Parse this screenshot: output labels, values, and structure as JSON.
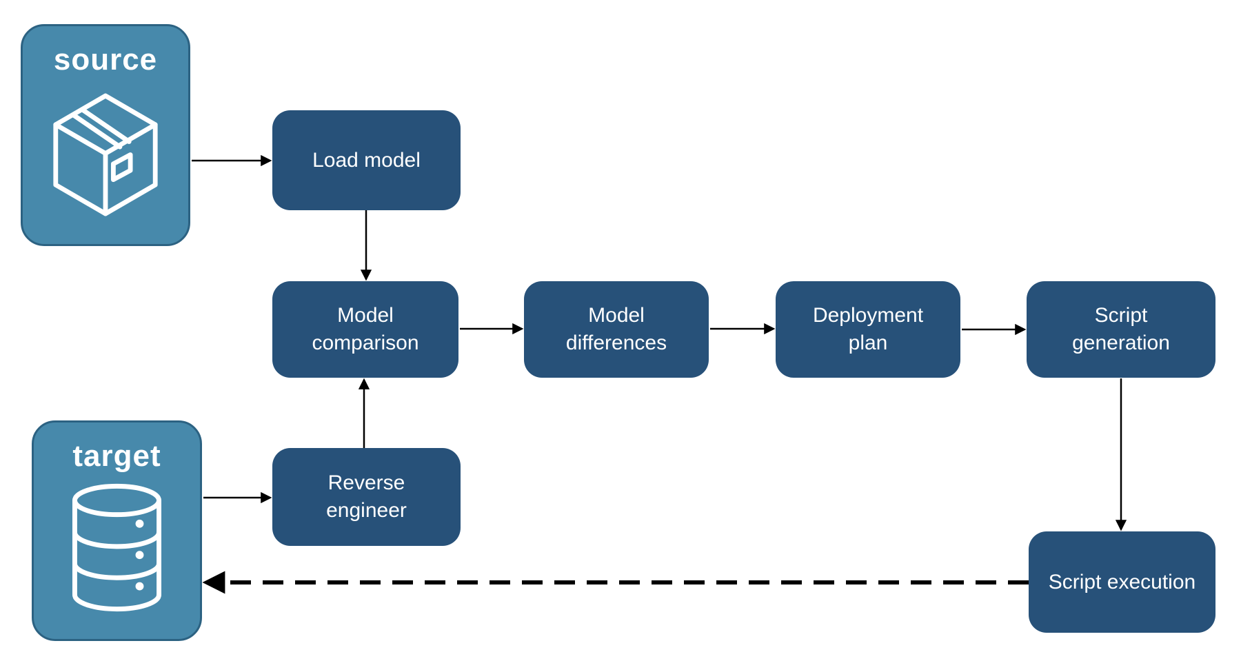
{
  "diagram": {
    "description": "Database deployment pipeline flowchart"
  },
  "colors": {
    "background": "#ffffff",
    "node_fill": "#275179",
    "endpoint_fill": "#4789ab",
    "endpoint_border": "#2c6282",
    "text": "#ffffff",
    "arrow": "#000000"
  },
  "endpoints": [
    {
      "id": "source",
      "label": "source",
      "icon": "package-icon"
    },
    {
      "id": "target",
      "label": "target",
      "icon": "database-icon"
    }
  ],
  "nodes": [
    {
      "id": "load-model",
      "label": "Load model"
    },
    {
      "id": "model-comparison",
      "label": "Model comparison"
    },
    {
      "id": "model-differences",
      "label": "Model differences"
    },
    {
      "id": "deployment-plan",
      "label": "Deployment plan"
    },
    {
      "id": "script-generation",
      "label": "Script generation"
    },
    {
      "id": "reverse-engineer",
      "label": "Reverse engineer"
    },
    {
      "id": "script-execution",
      "label": "Script execution"
    }
  ],
  "edges": [
    {
      "from": "source",
      "to": "load-model",
      "style": "solid"
    },
    {
      "from": "load-model",
      "to": "model-comparison",
      "style": "solid"
    },
    {
      "from": "model-comparison",
      "to": "model-differences",
      "style": "solid"
    },
    {
      "from": "model-differences",
      "to": "deployment-plan",
      "style": "solid"
    },
    {
      "from": "deployment-plan",
      "to": "script-generation",
      "style": "solid"
    },
    {
      "from": "script-generation",
      "to": "script-execution",
      "style": "solid"
    },
    {
      "from": "target",
      "to": "reverse-engineer",
      "style": "solid"
    },
    {
      "from": "reverse-engineer",
      "to": "model-comparison",
      "style": "solid"
    },
    {
      "from": "script-execution",
      "to": "target",
      "style": "dashed"
    }
  ]
}
